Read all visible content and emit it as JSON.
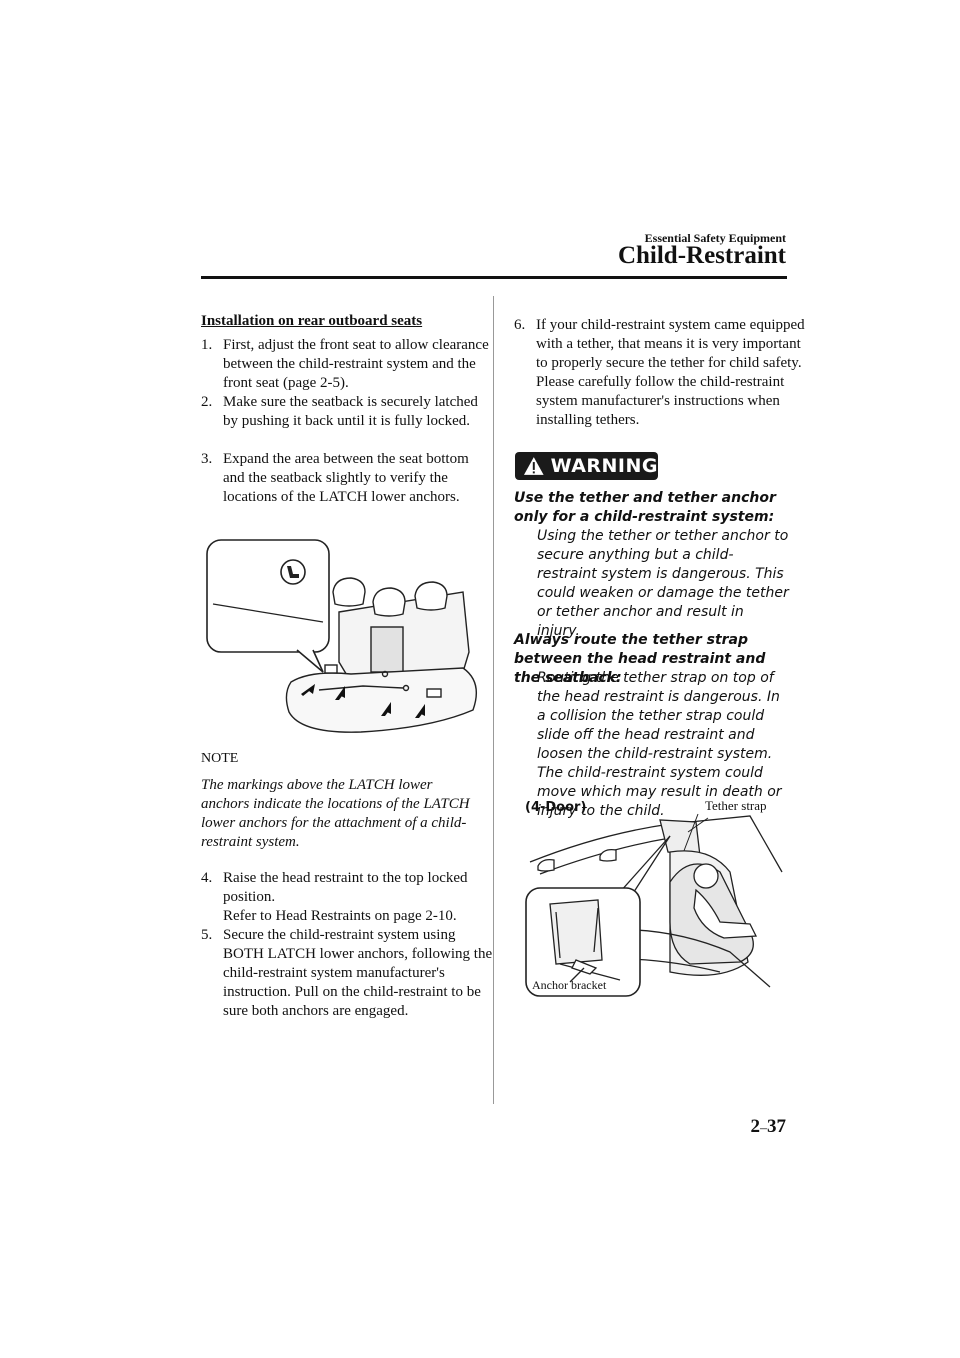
{
  "header": {
    "section": "Essential Safety Equipment",
    "title": "Child-Restraint"
  },
  "left": {
    "subheading": "Installation on rear outboard seats",
    "steps": [
      {
        "num": "1.",
        "text": "First, adjust the front seat to allow clearance between the child-restraint system and the front seat (page 2-5)."
      },
      {
        "num": "2.",
        "text": "Make sure the seatback is securely latched by pushing it back until it is fully locked."
      },
      {
        "num": "3.",
        "text": "Expand the area between the seat bottom and the seatback slightly to verify the locations of the LATCH lower anchors."
      },
      {
        "num": "4.",
        "text": "Raise the head restraint to the top locked position.",
        "text2": "Refer to Head Restraints on page 2-10."
      },
      {
        "num": "5.",
        "text": "Secure the child-restraint system using BOTH LATCH lower anchors, following the child-restraint system manufacturer's instruction. Pull on the child-restraint to be sure both anchors are engaged."
      }
    ],
    "note_title": "NOTE",
    "note_body": "The markings above the LATCH lower anchors indicate the locations of the LATCH lower anchors for the attachment of a child-restraint system."
  },
  "right": {
    "step6": {
      "num": "6.",
      "text": "If your child-restraint system came equipped with a tether, that means it is very important to properly secure the tether for child safety. Please carefully follow the child-restraint system manufacturer's instructions when installing tethers."
    },
    "warning_label": "WARNING",
    "warnings": [
      {
        "heading": "Use the tether and tether anchor only for a child-restraint system:",
        "body": "Using the tether or tether anchor to secure anything but a child-restraint system is dangerous. This could weaken or damage the tether or tether anchor and result in injury."
      },
      {
        "heading": "Always route the tether strap between the head restraint and the seatback:",
        "body": "Routing the tether strap on top of the head restraint is dangerous. In a collision the tether strap could slide off the head restraint and loosen the child-restraint system. The child-restraint system could move which may result in death or injury to the child."
      }
    ],
    "figure": {
      "variant": "(4-Door)",
      "label_tether": "Tether strap",
      "label_anchor": "Anchor bracket"
    }
  },
  "footer": {
    "chapter": "2",
    "page": "37"
  },
  "icons": [
    "warning-triangle-icon",
    "latch-anchor-mark-icon"
  ]
}
